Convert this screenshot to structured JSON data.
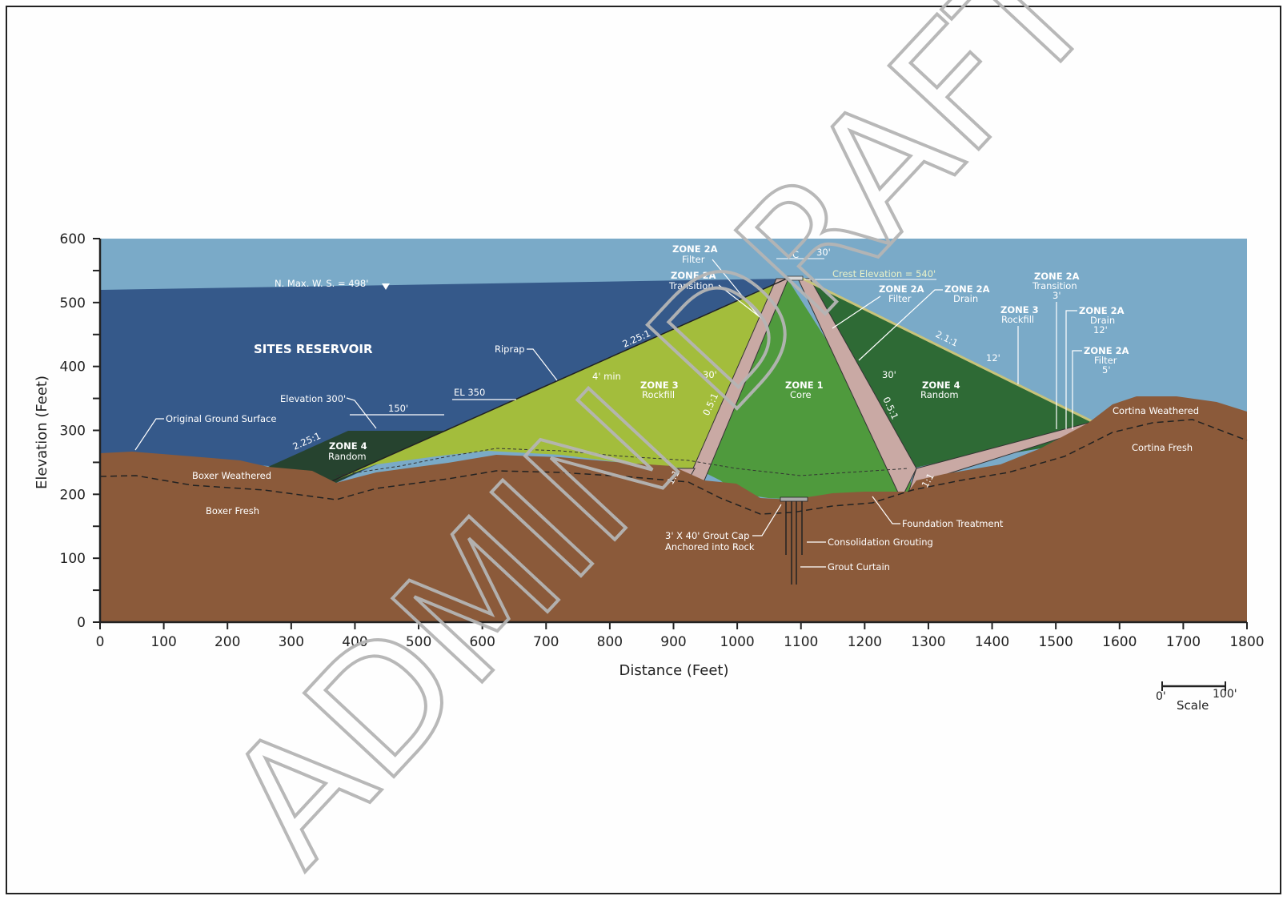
{
  "diagram": {
    "axes": {
      "x_label": "Distance (Feet)",
      "y_label": "Elevation (Feet)",
      "x_ticks": [
        "0",
        "100",
        "200",
        "300",
        "400",
        "500",
        "600",
        "700",
        "800",
        "900",
        "1000",
        "1100",
        "1200",
        "1300",
        "1400",
        "1500",
        "1600",
        "1700",
        "1800"
      ],
      "y_ticks": [
        "0",
        "100",
        "200",
        "300",
        "400",
        "500",
        "600"
      ]
    },
    "reservoir": {
      "name": "SITES RESERVOIR",
      "max_ws": "N. Max. W. S. = 498'"
    },
    "labels": {
      "original_ground": "Original Ground Surface",
      "elevation300": "Elevation 300'",
      "berm_width": "150'",
      "el350": "EL 350",
      "riprap": "Riprap",
      "four_min": "4' min",
      "slope_up_small": "2.25:1",
      "slope_up_main": "2.25:1",
      "slope_down": "2.1:1",
      "crest": "Crest Elevation = 540'",
      "crest_width": "30'",
      "centerline": "C",
      "filter_w_left": "30'",
      "filter_w_right": "30'",
      "slope_05_left": "0.5:1",
      "slope_05_right": "0.5:1",
      "slope_11_left": "1:1",
      "slope_11_right": "1:1",
      "rockfill_12": "12'",
      "boxer_weathered": "Boxer Weathered",
      "boxer_fresh": "Boxer Fresh",
      "cortina_weathered": "Cortina Weathered",
      "cortina_fresh": "Cortina Fresh",
      "foundation_treatment": "Foundation Treatment",
      "consolidation_grouting": "Consolidation Grouting",
      "grout_curtain": "Grout Curtain",
      "grout_cap_1": "3' X 40' Grout Cap",
      "grout_cap_2": "Anchored into Rock"
    },
    "zones": {
      "z4_left_title": "ZONE 4",
      "z4_left_sub": "Random",
      "z3_title": "ZONE 3",
      "z3_sub": "Rockfill",
      "z1_title": "ZONE 1",
      "z1_sub": "Core",
      "z4_right_title": "ZONE 4",
      "z4_right_sub": "Random",
      "z2a_filter_l_title": "ZONE 2A",
      "z2a_filter_l_sub": "Filter",
      "z2a_trans_l_title": "ZONE 2A",
      "z2a_trans_l_sub": "Transition",
      "z2a_filter_r_title": "ZONE 2A",
      "z2a_filter_r_sub": "Filter",
      "z2a_drain_title": "ZONE 2A",
      "z2a_drain_sub": "Drain",
      "z2a_trans_r_title": "ZONE 2A",
      "z2a_trans_r_sub": "Transition",
      "z2a_trans_r_dim": "3'",
      "z3_right_title": "ZONE 3",
      "z3_right_sub": "Rockfill",
      "z2a_drain_r_title": "ZONE 2A",
      "z2a_drain_r_sub": "Drain",
      "z2a_drain_r_dim": "12'",
      "z2a_filter_r2_title": "ZONE 2A",
      "z2a_filter_r2_sub": "Filter",
      "z2a_filter_r2_dim": "5'"
    },
    "scale_bar": {
      "start": "0'",
      "end": "100'",
      "label": "Scale"
    },
    "watermark": "ADMIN DRAFT",
    "colors": {
      "sky": "#7aaac8",
      "reservoir": "#35598a",
      "ground": "#8b5a3a",
      "zone3": "#a3bd3c",
      "zone1": "#4f9a3d",
      "zone4": "#2e6a35",
      "zone4_left": "#26432f",
      "filter": "#c9a9a4",
      "watermark": "#b5b5b5"
    }
  }
}
